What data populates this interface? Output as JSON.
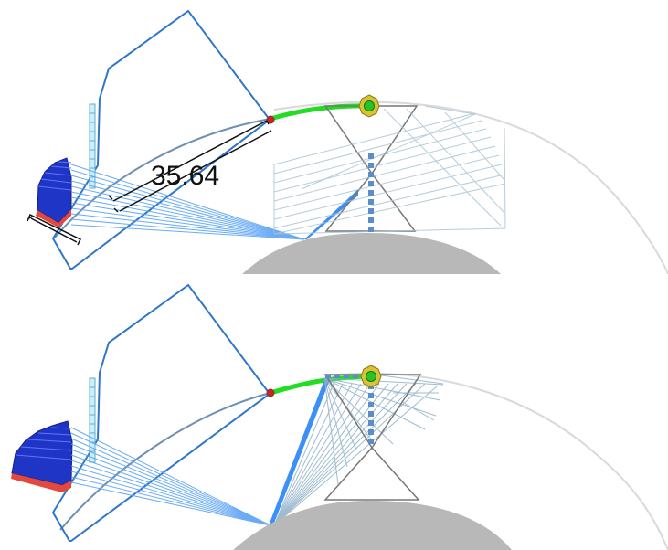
{
  "panels": [
    {
      "name": "top-panel"
    },
    {
      "name": "bottom-panel"
    }
  ],
  "dimension": {
    "value": "35.64"
  },
  "colors": {
    "frame_line": "#2f76c9",
    "arc_line": "#6e8fb5",
    "ray_line": "#3f8ef2",
    "fan_line": "#9bb8cf",
    "green_arc": "#22dd22",
    "red_node": "#cc2222",
    "yellow_marker": "#d9c233",
    "green_marker": "#27c327",
    "dashed_blue": "#5b8ec9",
    "gray_dome": "#b8b8b8",
    "blue_wedge": "#1f35c6",
    "red_wedge": "#e4473b",
    "measure_line": "#111111"
  }
}
